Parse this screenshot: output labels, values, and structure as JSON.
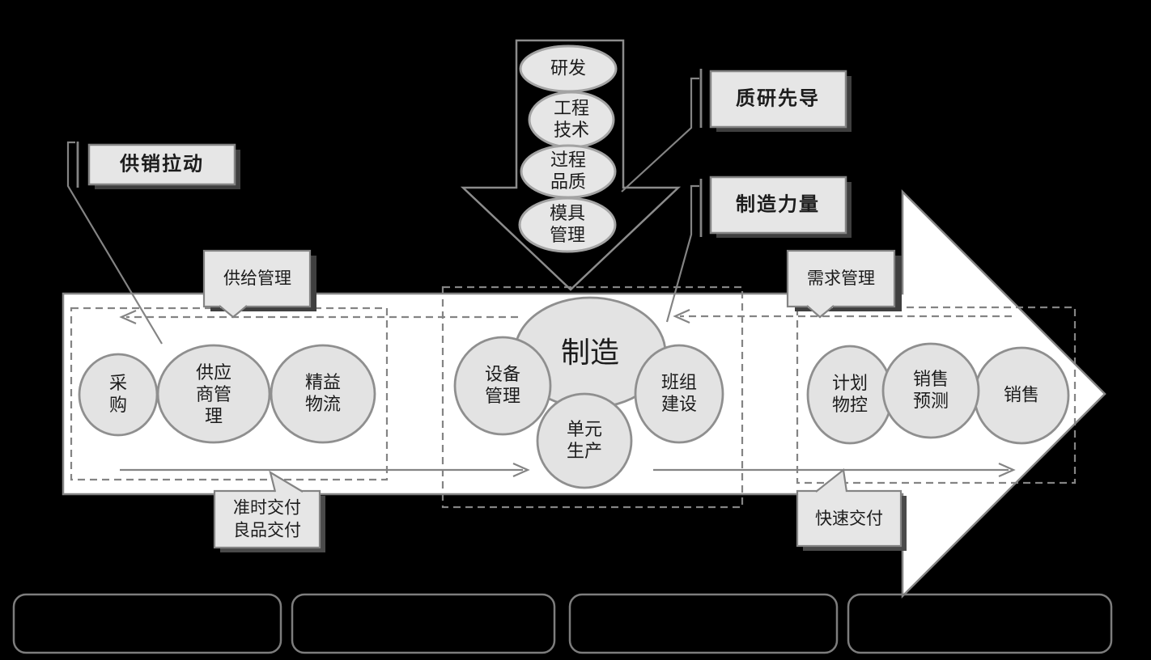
{
  "diagram_title": "",
  "colors": {
    "background": "#000000",
    "band_fill": "#ffffff",
    "shape_fill": "#e6e6e6",
    "stroke_gray": "#848484",
    "circle_stroke": "#8f8f8f",
    "text": "#1c1c1c",
    "shadow": "#4a4a4a"
  },
  "strategy_labels": {
    "pull": "供销拉动",
    "quality_lead": "质研先导",
    "mfg_power": "制造力量"
  },
  "callouts": {
    "supply_mgmt": "供给管理",
    "demand_mgmt": "需求管理",
    "ontime_delivery": "准时交付\n良品交付",
    "fast_delivery": "快速交付"
  },
  "top_flow": {
    "items": [
      {
        "label": "研发"
      },
      {
        "label": "工程\n技术"
      },
      {
        "label": "过程\n品质"
      },
      {
        "label": "模具\n管理"
      }
    ]
  },
  "groups": {
    "supply": {
      "circles": [
        {
          "label": "采\n购"
        },
        {
          "label": "供应\n商管\n理"
        },
        {
          "label": "精益\n物流"
        }
      ]
    },
    "manufacturing": {
      "hub": "制造",
      "circles": [
        {
          "label": "设备\n管理"
        },
        {
          "label": "班组\n建设"
        },
        {
          "label": "单元\n生产"
        }
      ]
    },
    "sales": {
      "circles": [
        {
          "label": "计划\n物控"
        },
        {
          "label": "销售\n预测"
        },
        {
          "label": "销售"
        }
      ]
    }
  },
  "bottom_panels": {
    "count": 4,
    "labels": [
      "",
      "",
      "",
      ""
    ]
  }
}
